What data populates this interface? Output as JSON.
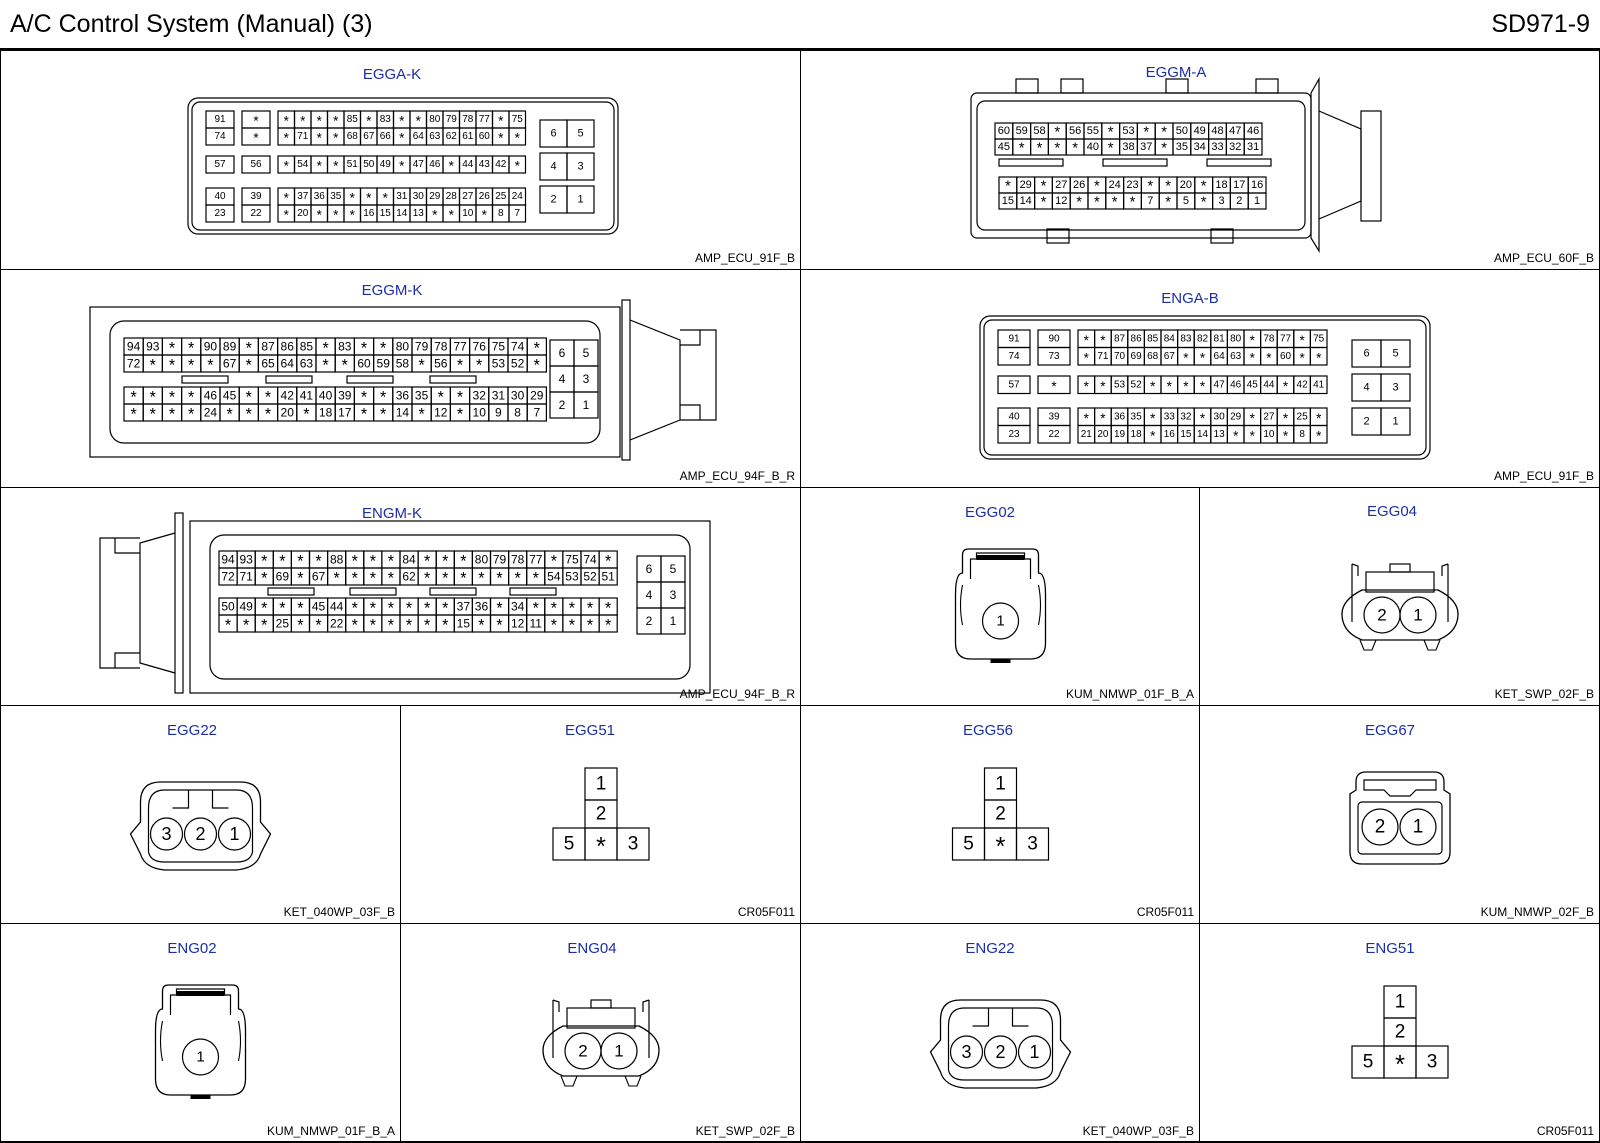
{
  "header": {
    "title": "A/C Control System (Manual) (3)",
    "code": "SD971-9"
  },
  "colors": {
    "label": "#1b2ea8",
    "line": "#000000"
  },
  "connectors": [
    {
      "id": "EGGA-K",
      "part": "AMP_ECU_91F_B",
      "kind": "ecu91",
      "pins": {
        "r1": [
          "91",
          "*",
          "*",
          "*",
          "*",
          "*",
          "85",
          "*",
          "83",
          "*",
          "*",
          "80",
          "79",
          "78",
          "77",
          "*",
          "75"
        ],
        "r2": [
          "74",
          "*",
          "*",
          "71",
          "*",
          "*",
          "68",
          "67",
          "66",
          "*",
          "64",
          "63",
          "62",
          "61",
          "60",
          "*",
          "*"
        ],
        "r3": [
          "57",
          "56",
          "*",
          "54",
          "*",
          "*",
          "51",
          "50",
          "49",
          "*",
          "47",
          "46",
          "*",
          "44",
          "43",
          "42",
          "*"
        ],
        "r4": [
          "40",
          "39",
          "*",
          "37",
          "36",
          "35",
          "*",
          "*",
          "*",
          "31",
          "30",
          "29",
          "28",
          "27",
          "26",
          "25",
          "24"
        ],
        "r5": [
          "23",
          "22",
          "*",
          "20",
          "*",
          "*",
          "*",
          "16",
          "15",
          "14",
          "13",
          "*",
          "*",
          "10",
          "*",
          "8",
          "7"
        ],
        "side": [
          "6",
          "5",
          "4",
          "3",
          "2",
          "1"
        ]
      }
    },
    {
      "id": "EGGM-A",
      "part": "AMP_ECU_60F_B",
      "kind": "ecu60",
      "pins": {
        "r1": [
          "60",
          "59",
          "58",
          "*",
          "56",
          "55",
          "*",
          "53",
          "*",
          "*",
          "50",
          "49",
          "48",
          "47",
          "46"
        ],
        "r2": [
          "45",
          "*",
          "*",
          "*",
          "*",
          "40",
          "*",
          "38",
          "37",
          "*",
          "35",
          "34",
          "33",
          "32",
          "31"
        ],
        "r3": [
          "*",
          "29",
          "*",
          "27",
          "26",
          "*",
          "24",
          "23",
          "*",
          "*",
          "20",
          "*",
          "18",
          "17",
          "16"
        ],
        "r4": [
          "15",
          "14",
          "*",
          "12",
          "*",
          "*",
          "*",
          "*",
          "7",
          "*",
          "5",
          "*",
          "3",
          "2",
          "1"
        ]
      }
    },
    {
      "id": "EGGM-K",
      "part": "AMP_ECU_94F_B_R",
      "kind": "ecu94",
      "pins": {
        "r1": [
          "94",
          "93",
          "*",
          "*",
          "90",
          "89",
          "*",
          "87",
          "86",
          "85",
          "*",
          "83",
          "*",
          "*",
          "80",
          "79",
          "78",
          "77",
          "76",
          "75",
          "74",
          "*"
        ],
        "r2": [
          "72",
          "*",
          "*",
          "*",
          "*",
          "67",
          "*",
          "65",
          "64",
          "63",
          "*",
          "*",
          "60",
          "59",
          "58",
          "*",
          "56",
          "*",
          "*",
          "53",
          "52",
          "*"
        ],
        "r3": [
          "*",
          "*",
          "*",
          "*",
          "46",
          "45",
          "*",
          "*",
          "42",
          "41",
          "40",
          "39",
          "*",
          "*",
          "36",
          "35",
          "*",
          "*",
          "32",
          "31",
          "30",
          "29"
        ],
        "r4": [
          "*",
          "*",
          "*",
          "*",
          "24",
          "*",
          "*",
          "*",
          "20",
          "*",
          "18",
          "17",
          "*",
          "*",
          "14",
          "*",
          "12",
          "*",
          "10",
          "9",
          "8",
          "7"
        ],
        "side": [
          "6",
          "5",
          "4",
          "3",
          "2",
          "1"
        ]
      }
    },
    {
      "id": "ENGA-B",
      "part": "AMP_ECU_91F_B",
      "kind": "ecu91",
      "pins": {
        "r1": [
          "91",
          "90",
          "*",
          "*",
          "87",
          "86",
          "85",
          "84",
          "83",
          "82",
          "81",
          "80",
          "*",
          "78",
          "77",
          "*",
          "75"
        ],
        "r2": [
          "74",
          "73",
          "*",
          "71",
          "70",
          "69",
          "68",
          "67",
          "*",
          "*",
          "64",
          "63",
          "*",
          "*",
          "60",
          "*",
          "*"
        ],
        "r3": [
          "57",
          "*",
          "*",
          "*",
          "53",
          "52",
          "*",
          "*",
          "*",
          "*",
          "47",
          "46",
          "45",
          "44",
          "*",
          "42",
          "41"
        ],
        "r4": [
          "40",
          "39",
          "*",
          "*",
          "36",
          "35",
          "*",
          "33",
          "32",
          "*",
          "30",
          "29",
          "*",
          "27",
          "*",
          "25",
          "*"
        ],
        "r5": [
          "23",
          "22",
          "21",
          "20",
          "19",
          "18",
          "*",
          "16",
          "15",
          "14",
          "13",
          "*",
          "*",
          "10",
          "*",
          "8",
          "*"
        ],
        "side": [
          "6",
          "5",
          "4",
          "3",
          "2",
          "1"
        ]
      }
    },
    {
      "id": "ENGM-K",
      "part": "AMP_ECU_94F_B_R",
      "kind": "ecu94",
      "pins": {
        "r1": [
          "94",
          "93",
          "*",
          "*",
          "*",
          "*",
          "88",
          "*",
          "*",
          "*",
          "84",
          "*",
          "*",
          "*",
          "80",
          "79",
          "78",
          "77",
          "*",
          "75",
          "74",
          "*"
        ],
        "r2": [
          "72",
          "71",
          "*",
          "69",
          "*",
          "67",
          "*",
          "*",
          "*",
          "*",
          "62",
          "*",
          "*",
          "*",
          "*",
          "*",
          "*",
          "*",
          "54",
          "53",
          "52",
          "51"
        ],
        "r3": [
          "50",
          "49",
          "*",
          "*",
          "*",
          "45",
          "44",
          "*",
          "*",
          "*",
          "*",
          "*",
          "*",
          "37",
          "36",
          "*",
          "34",
          "*",
          "*",
          "*",
          "*",
          "*"
        ],
        "r4": [
          "*",
          "*",
          "*",
          "25",
          "*",
          "*",
          "22",
          "*",
          "*",
          "*",
          "*",
          "*",
          "*",
          "15",
          "*",
          "*",
          "12",
          "11",
          "*",
          "*",
          "*",
          "*"
        ],
        "side": [
          "6",
          "5",
          "4",
          "3",
          "2",
          "1"
        ]
      }
    },
    {
      "id": "EGG02",
      "part": "KUM_NMWP_01F_B_A",
      "kind": "p1",
      "pins": [
        "1"
      ]
    },
    {
      "id": "EGG04",
      "part": "KET_SWP_02F_B",
      "kind": "p2",
      "pins": [
        "2",
        "1"
      ]
    },
    {
      "id": "EGG22",
      "part": "KET_040WP_03F_B",
      "kind": "p3",
      "pins": [
        "3",
        "2",
        "1"
      ]
    },
    {
      "id": "EGG51",
      "part": "CR05F011",
      "kind": "t",
      "pins": [
        "1",
        "2",
        "5",
        "*",
        "3"
      ]
    },
    {
      "id": "EGG56",
      "part": "CR05F011",
      "kind": "t",
      "pins": [
        "1",
        "2",
        "5",
        "*",
        "3"
      ]
    },
    {
      "id": "EGG67",
      "part": "KUM_NMWP_02F_B",
      "kind": "p2k",
      "pins": [
        "2",
        "1"
      ]
    },
    {
      "id": "ENG02",
      "part": "KUM_NMWP_01F_B_A",
      "kind": "p1",
      "pins": [
        "1"
      ]
    },
    {
      "id": "ENG04",
      "part": "KET_SWP_02F_B",
      "kind": "p2",
      "pins": [
        "2",
        "1"
      ]
    },
    {
      "id": "ENG22",
      "part": "KET_040WP_03F_B",
      "kind": "p3",
      "pins": [
        "3",
        "2",
        "1"
      ]
    },
    {
      "id": "ENG51",
      "part": "CR05F011",
      "kind": "t",
      "pins": [
        "1",
        "2",
        "5",
        "*",
        "3"
      ]
    }
  ]
}
